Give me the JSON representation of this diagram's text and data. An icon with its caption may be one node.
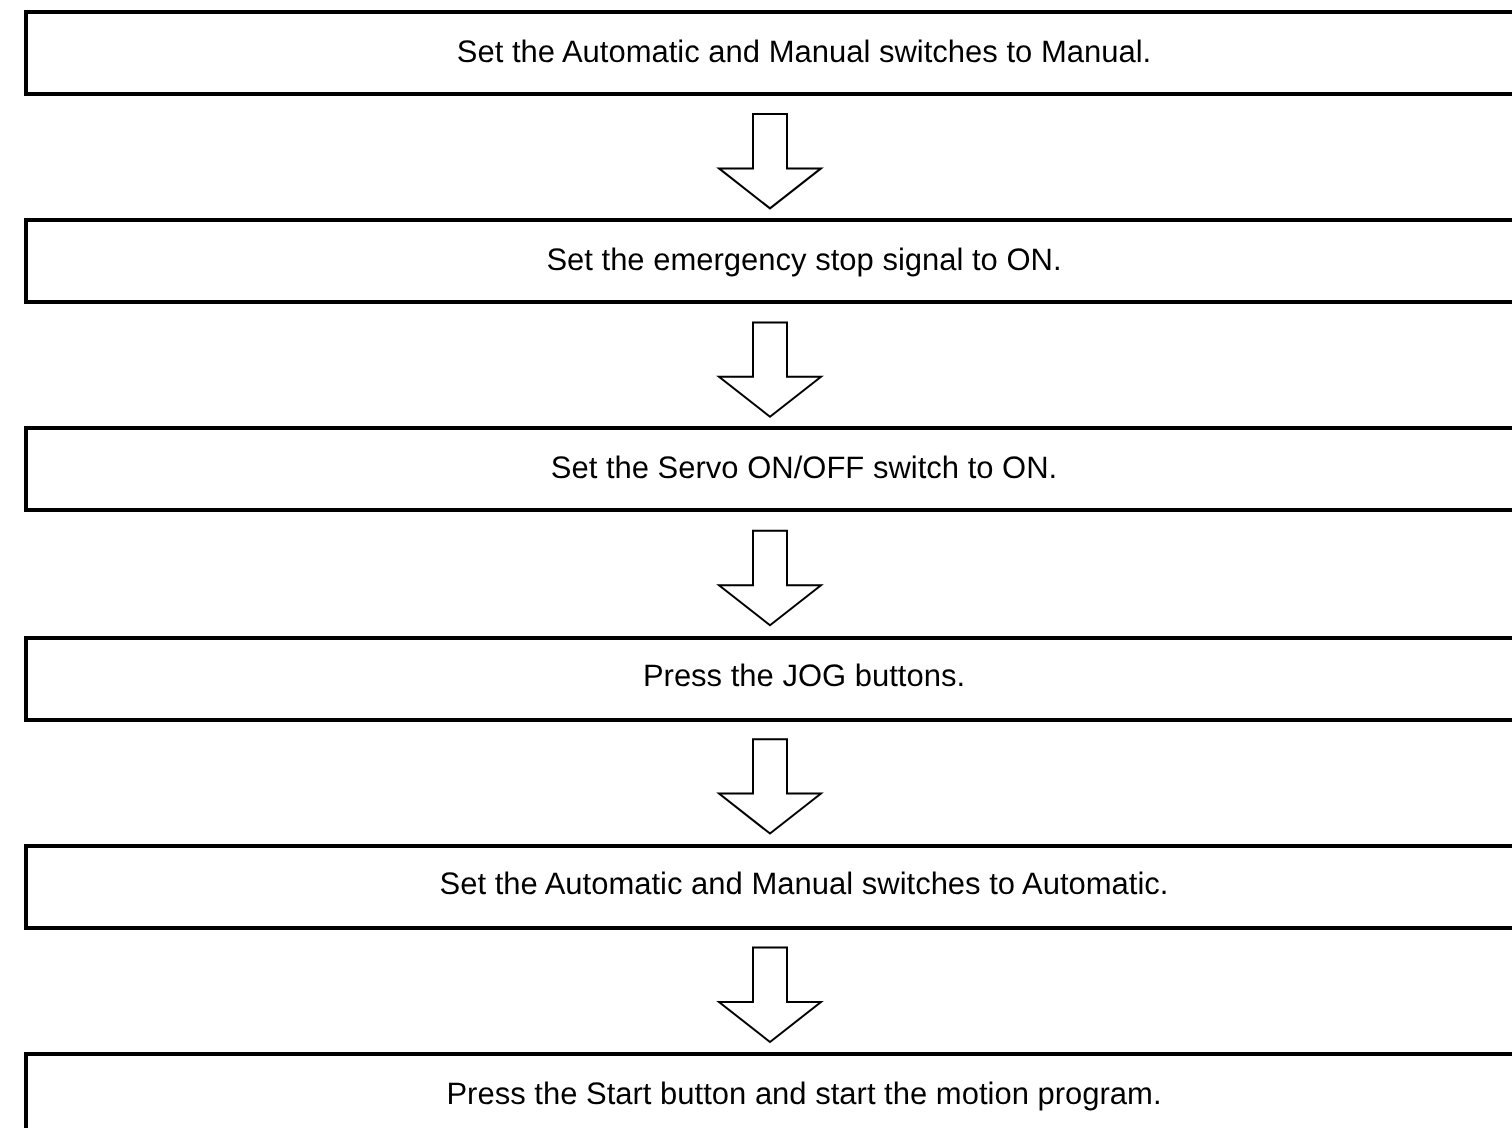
{
  "diagram": {
    "nodes": [
      {
        "text": [
          "Set the Automatic and Manual switches to Manual."
        ]
      },
      {
        "text": [
          "Set the emergency stop signal to ON."
        ]
      },
      {
        "text": [
          "Set the Servo ON/OFF switch to ON."
        ]
      },
      {
        "text": [
          "Press the JOG buttons."
        ]
      },
      {
        "text": [
          "Set the Automatic and Manual switches to Automatic."
        ]
      },
      {
        "text": [
          "Press the Start button and start the motion program."
        ]
      }
    ],
    "edges": [
      {
        "from": 0,
        "to": 1,
        "arrow": "to"
      },
      {
        "from": 1,
        "to": 2,
        "arrow": "to"
      },
      {
        "from": 2,
        "to": 3,
        "arrow": "to"
      },
      {
        "from": 3,
        "to": 4,
        "arrow": "to"
      },
      {
        "from": 4,
        "to": 5,
        "arrow": "to"
      }
    ]
  }
}
